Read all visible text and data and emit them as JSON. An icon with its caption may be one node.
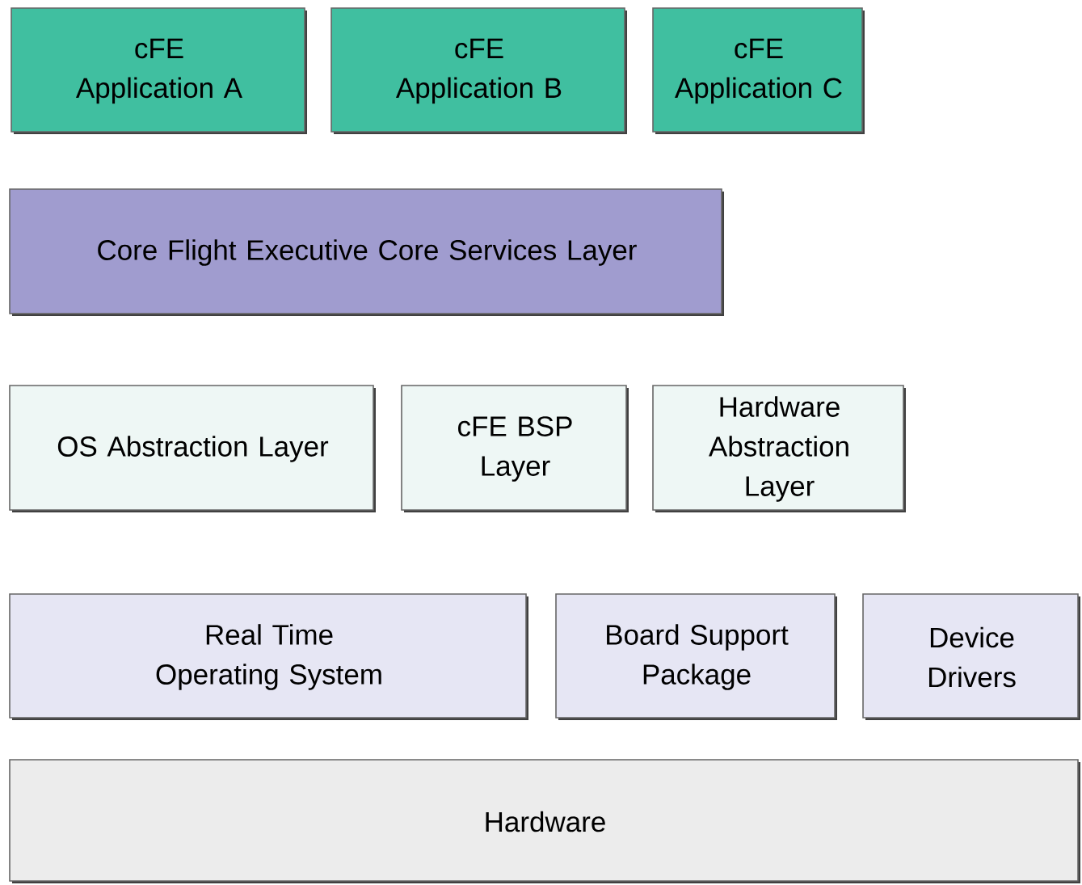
{
  "diagram": {
    "nodes": [
      {
        "text": [
          "cFE Application A"
        ]
      },
      {
        "text": [
          "cFE Application B"
        ]
      },
      {
        "text": [
          "cFE Application C"
        ]
      },
      {
        "text": [
          "Core Flight Executive Core Services Layer"
        ]
      },
      {
        "text": [
          "OS Abstraction Layer"
        ]
      },
      {
        "text": [
          "cFE BSP Layer"
        ]
      },
      {
        "text": [
          "Hardware Abstraction Layer"
        ]
      },
      {
        "text": [
          "Real Time Operating System"
        ]
      },
      {
        "text": [
          "Board Support Package"
        ]
      },
      {
        "text": [
          "Device Drivers"
        ]
      },
      {
        "text": [
          "Hardware"
        ]
      }
    ],
    "edges": []
  }
}
